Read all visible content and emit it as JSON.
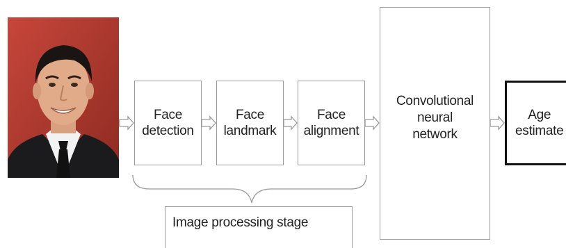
{
  "diagram": {
    "steps": [
      {
        "label": "Face\ndetection"
      },
      {
        "label": "Face\nlandmark"
      },
      {
        "label": "Face\nalignment"
      },
      {
        "label": "Convolutional\nneural\nnetwork"
      },
      {
        "label": "Age\nestimate"
      }
    ],
    "group_label": "Image processing stage",
    "colors": {
      "box_border": "#9a9a9a",
      "output_border": "#111111",
      "arrow": "#9a9a9a",
      "photo_background": "#b53a2c"
    },
    "input_image": "portrait-photo of a smiling man in a dark suit and tie"
  }
}
